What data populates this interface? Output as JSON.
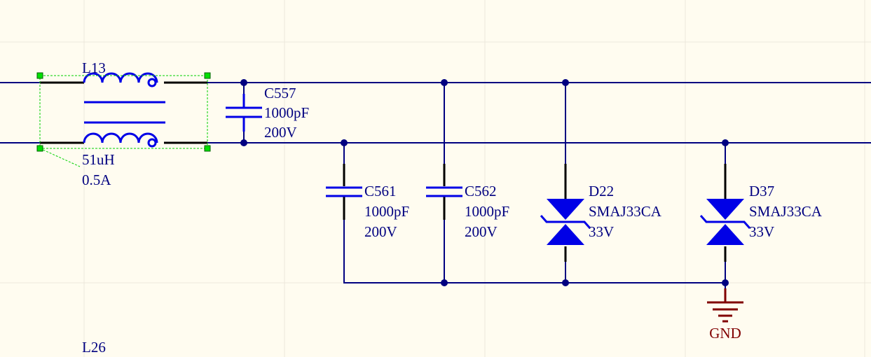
{
  "colors": {
    "background": "#FFFCF0",
    "grid": "#ECE8DC",
    "wire": "#000080",
    "component": "#0000E6",
    "pin": "#000000",
    "label": "#000080",
    "gnd": "#800000",
    "selection": "#00D000"
  },
  "components": {
    "L13": {
      "designator": "L13",
      "value": "51uH",
      "rating": "0.5A"
    },
    "C557": {
      "designator": "C557",
      "value": "1000pF",
      "rating": "200V"
    },
    "C561": {
      "designator": "C561",
      "value": "1000pF",
      "rating": "200V"
    },
    "C562": {
      "designator": "C562",
      "value": "1000pF",
      "rating": "200V"
    },
    "D22": {
      "designator": "D22",
      "part": "SMAJ33CA",
      "rating": "33V"
    },
    "D37": {
      "designator": "D37",
      "part": "SMAJ33CA",
      "rating": "33V"
    },
    "L26": {
      "designator": "L26"
    }
  },
  "power": {
    "gnd_label": "GND"
  }
}
